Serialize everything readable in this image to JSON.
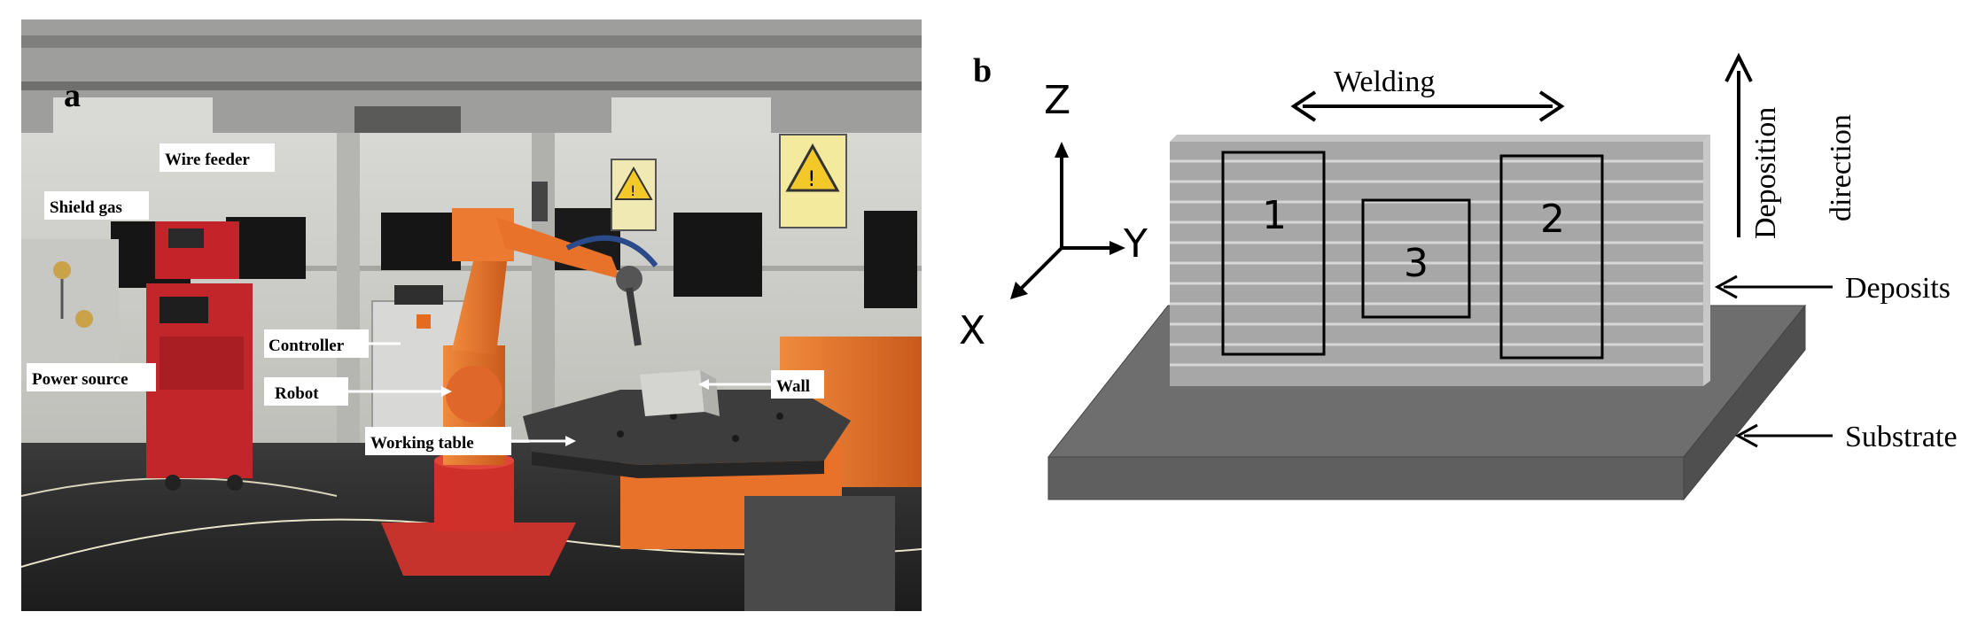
{
  "panel_a": {
    "letter": "a",
    "labels": {
      "wire_feeder": "Wire feeder",
      "shield_gas": "Shield gas",
      "controller": "Controller",
      "power_source": "Power source",
      "robot": "Robot",
      "wall": "Wall",
      "working_table": "Working table"
    }
  },
  "panel_b": {
    "letter": "b",
    "axes": {
      "z": "Z",
      "y": "Y",
      "x": "X"
    },
    "welding": "Welding",
    "deposition_line1": "Deposition",
    "deposition_line2": "direction",
    "deposits": "Deposits",
    "substrate": "Substrate",
    "regions": [
      "1",
      "2",
      "3"
    ]
  },
  "colors": {
    "robot_orange": "#e8722a",
    "pedestal_red": "#d0302a",
    "wall_grey": "#a9a9a9",
    "substrate_grey": "#7a7a7a"
  }
}
